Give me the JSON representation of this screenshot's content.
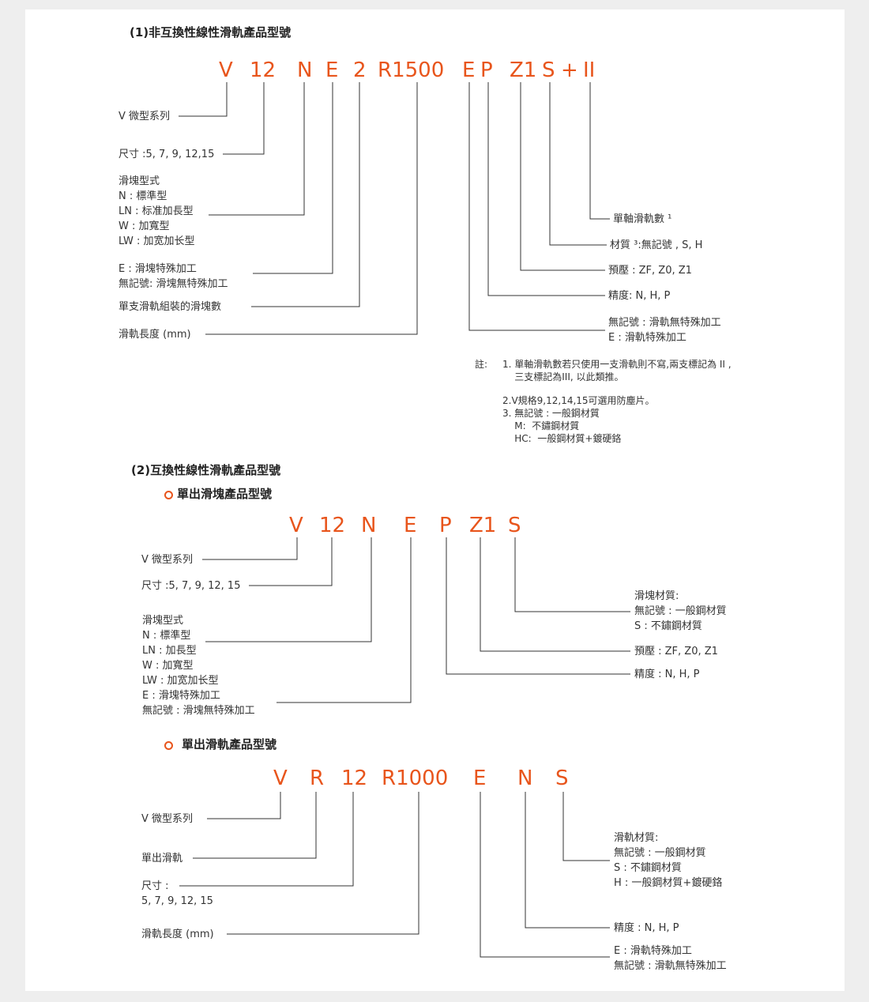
{
  "colors": {
    "code": "#e8551c",
    "line": "#333333",
    "background": "#eeeeee",
    "panel": "#ffffff"
  },
  "section1": {
    "title": "(1)非互換性線性滑軌產品型號",
    "code": {
      "V": "V",
      "size": "12",
      "block": "N",
      "special": "E",
      "count": "2",
      "rail": "R1500",
      "railSpecial": "E",
      "precision": "P",
      "preload": "Z1",
      "material": "S",
      "plus": "+",
      "rails": "II"
    },
    "left": {
      "series": "V 微型系列",
      "size": "尺寸 :5, 7, 9, 12,15",
      "blockType": "滑塊型式\nN : 標準型\nLN : 标准加長型\nW : 加寬型\nLW : 加宽加长型",
      "special": "E : 滑塊特殊加工\n無記號: 滑塊無特殊加工",
      "count": "單支滑軌組裝的滑塊數",
      "length": "滑軌長度 (mm)"
    },
    "right": {
      "rails": "單軸滑軌數 ¹",
      "material": "材質 ³:無記號 , S, H",
      "preload": "預壓 : ZF, Z0, Z1",
      "precision": "精度: N, H, P",
      "railSpecial": "無記號 : 滑軌無特殊加工\nE : 滑軌特殊加工"
    },
    "notes": {
      "label": "註:",
      "n1": "1. 單軸滑軌數若只使用一支滑軌則不寫,兩支標記為 II ,\n    三支標記為III, 以此類推。",
      "n2": "2.V規格9,12,14,15可選用防塵片。",
      "n3": "3. 無記號 : 一般鋼材質\n    M:  不鏽鋼材質\n    HC:  一般鋼材質+鍍硬鉻"
    }
  },
  "section2": {
    "title": "(2)互換性線性滑軌產品型號",
    "block": {
      "title": "單出滑塊產品型號",
      "code": {
        "V": "V",
        "size": "12",
        "block": "N",
        "special": "E",
        "precision": "P",
        "preload": "Z1",
        "material": "S"
      },
      "left": {
        "series": "V 微型系列",
        "size": "尺寸 :5, 7, 9, 12, 15",
        "blockType": "滑塊型式\nN : 標準型\nLN : 加長型\nW : 加寬型\nLW : 加宽加长型\nE : 滑塊特殊加工\n無記號 : 滑塊無特殊加工"
      },
      "right": {
        "material": "滑塊材質:\n無記號 : 一般鋼材質\nS : 不鏽鋼材質",
        "preload": "預壓 : ZF, Z0, Z1",
        "precision": "精度 : N, H, P"
      }
    },
    "rail": {
      "title": "單出滑軌產品型號",
      "code": {
        "V": "V",
        "R": "R",
        "size": "12",
        "length": "R1000",
        "special": "E",
        "precision": "N",
        "material": "S"
      },
      "left": {
        "series": "V 微型系列",
        "single": "單出滑軌",
        "size": "尺寸 :\n5, 7, 9, 12, 15",
        "length": "滑軌長度 (mm)"
      },
      "right": {
        "material": "滑軌材質:\n無記號 : 一般鋼材質\nS : 不鏽鋼材質\nH : 一般鋼材質+鍍硬鉻",
        "precision": "精度 : N, H, P",
        "special": "E : 滑軌特殊加工\n無記號 : 滑軌無特殊加工"
      }
    }
  }
}
